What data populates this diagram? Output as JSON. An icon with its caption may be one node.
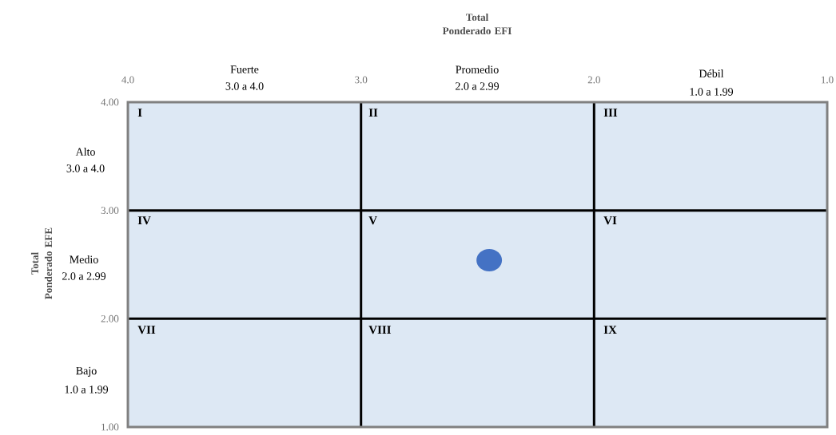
{
  "diagram": {
    "nodes": [
      {
        "text": [
          "I"
        ]
      },
      {
        "text": [
          "II"
        ]
      },
      {
        "text": [
          "III"
        ]
      },
      {
        "text": [
          "IV"
        ]
      },
      {
        "text": [
          "V"
        ]
      },
      {
        "text": [
          "VI"
        ]
      },
      {
        "text": [
          "VII"
        ]
      },
      {
        "text": [
          "VIII"
        ]
      },
      {
        "text": [
          "IX"
        ]
      }
    ],
    "labels": [
      "Fuerte",
      "3.0 a 4.0",
      "Promedio",
      "2.0 a 2.99",
      "Débil",
      "1.0 a 1.99",
      "Alto",
      "3.0 a 4.0",
      "Medio",
      "2.0 a 2.99",
      "Bajo",
      "1.0 a 1.99"
    ],
    "chart_data": {
      "type": "scatter",
      "xlabel": "Total Ponderado EFI",
      "ylabel": "Total Ponderado EFE",
      "x": [
        2.45
      ],
      "series": [
        {
          "color": "#4472c4",
          "values": [
            2.54
          ]
        }
      ],
      "xlim": [
        4,
        1
      ],
      "ylim": [
        1,
        4
      ],
      "grid": true,
      "xticks": [
        {
          "value": 4,
          "label": "4.0"
        },
        {
          "value": 3,
          "label": "3.0"
        },
        {
          "value": 2,
          "label": "2.0"
        },
        {
          "value": 1,
          "label": "1.0"
        }
      ],
      "yticks": [
        {
          "value": 4,
          "label": "4.00"
        },
        {
          "value": 3,
          "label": "3.00"
        },
        {
          "value": 2,
          "label": "2.00"
        },
        {
          "value": 1,
          "label": "1.00"
        }
      ]
    }
  }
}
